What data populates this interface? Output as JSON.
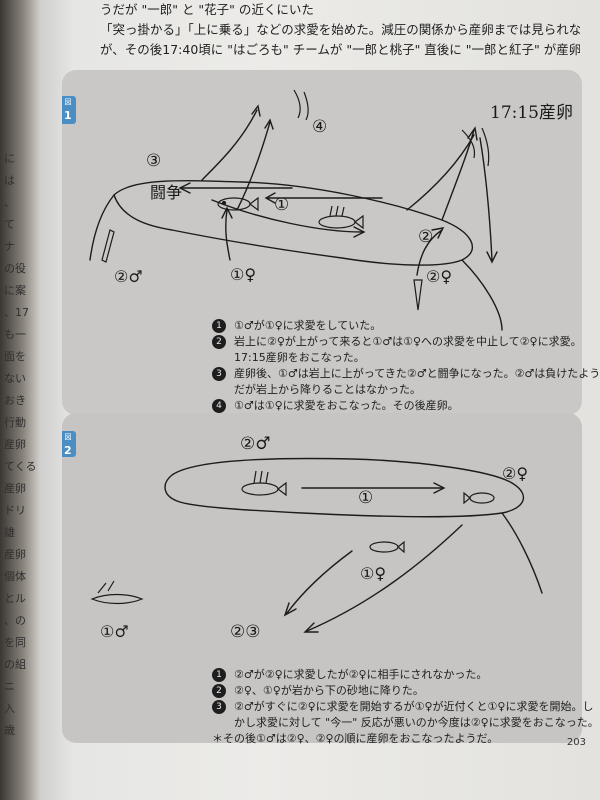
{
  "left_page": {
    "fragments": [
      "に",
      "は",
      "、",
      "て",
      "ナ",
      "の役",
      "に案",
      "、17",
      "も一",
      "面を",
      "ない",
      "おき",
      "行動",
      "産卵",
      "てくる",
      "産卵",
      "ドリ",
      "雄",
      "産卵",
      "個体",
      "とル",
      "、の",
      "を同",
      "の組",
      "ニ",
      "入",
      "歳"
    ]
  },
  "top_text": {
    "lines": [
      "うだが \"一郎\" と \"花子\" の近くにいた",
      "「突っ掛かる」「上に乗る」などの求愛を始めた。減圧の関係から産卵までは見られなかった",
      "が、その後17:40頃に \"はごろも\" チームが \"一郎と桃子\" 直後に \"一郎と紅子\" が産卵"
    ]
  },
  "panel1": {
    "badge": "図",
    "number": "1",
    "sketch": {
      "time_note": "17:15産卵",
      "fight_label": "闘争",
      "marks": {
        "c3": "③",
        "c1": "①",
        "c4": "④",
        "c2": "②",
        "male2": "②♂",
        "female1": "①♀",
        "female2": "②♀"
      }
    },
    "notes": [
      {
        "n": "1",
        "lines": [
          "①♂が①♀に求愛をしていた。"
        ]
      },
      {
        "n": "2",
        "lines": [
          "岩上に②♀が上がって来ると①♂は①♀への求愛を中止して②♀に求愛。",
          "17:15産卵をおこなった。"
        ]
      },
      {
        "n": "3",
        "lines": [
          "産卵後、①♂は岩上に上がってきた②♂と闘争になった。②♂は負けたよう",
          "だが岩上から降りることはなかった。"
        ]
      },
      {
        "n": "4",
        "lines": [
          "①♂は①♀に求愛をおこなった。その後産卵。"
        ]
      }
    ]
  },
  "panel2": {
    "badge": "図",
    "number": "2",
    "sketch": {
      "marks": {
        "male2": "②♂",
        "c1": "①",
        "female2": "②♀",
        "female1": "①♀",
        "male1": "①♂",
        "c23": "②③"
      }
    },
    "notes": [
      {
        "n": "1",
        "lines": [
          "②♂が②♀に求愛したが②♀に相手にされなかった。"
        ]
      },
      {
        "n": "2",
        "lines": [
          "②♀、①♀が岩から下の砂地に降りた。"
        ]
      },
      {
        "n": "3",
        "lines": [
          "②♂がすぐに②♀に求愛を開始するが①♀が近付くと①♀に求愛を開始。し",
          "かし求愛に対して \"今一\" 反応が悪いのか今度は②♀に求愛をおこなった。"
        ]
      }
    ],
    "footnote": "＊その後①♂は②♀、②♀の順に産卵をおこなったようだ。"
  },
  "page_number": "203"
}
